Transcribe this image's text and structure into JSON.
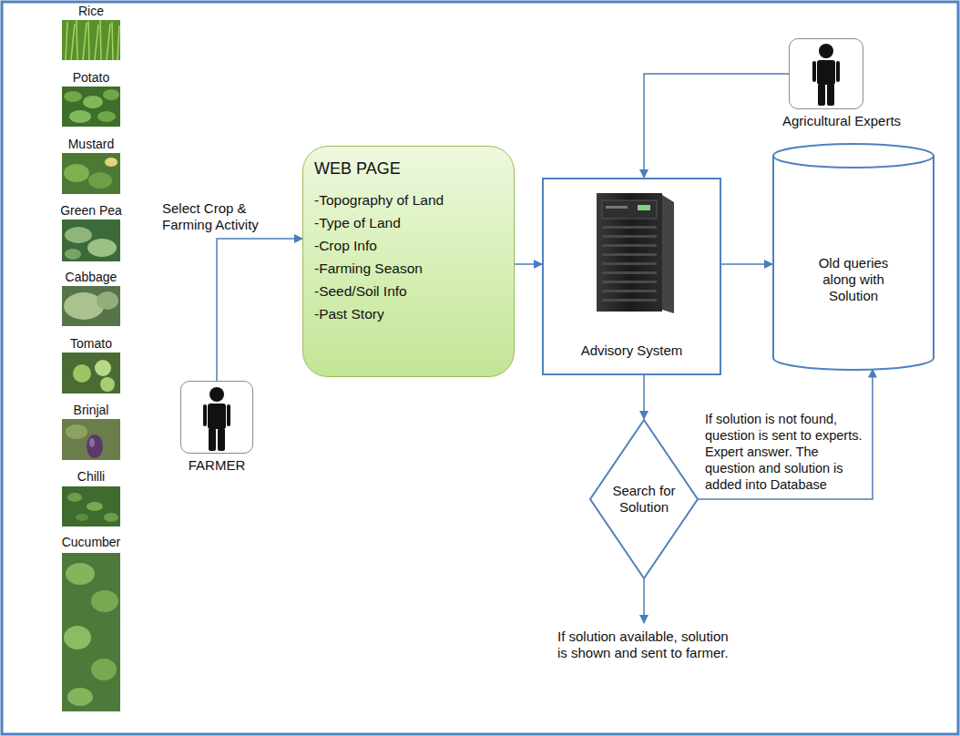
{
  "diagram": {
    "nodes": [
      {
        "text": [
          "FARMER"
        ]
      },
      {
        "text": [
          "WEB PAGE",
          "-Topography of Land",
          "-Type of Land",
          "-Crop Info",
          "-Farming Season",
          "-Seed/Soil Info",
          "-Past Story"
        ]
      },
      {
        "text": [
          "Agricultural Experts"
        ]
      },
      {
        "text": [
          "Advisory System"
        ]
      },
      {
        "text": [
          "Old queries along with Solution"
        ]
      },
      {
        "text": [
          "Search for Solution"
        ]
      }
    ],
    "edges": [
      {
        "from": 0,
        "to": 1,
        "arrow": "to",
        "label": "Select Crop & Farming Activity"
      },
      {
        "from": 1,
        "to": 3,
        "arrow": "to"
      },
      {
        "from": 2,
        "to": 3,
        "arrow": "to"
      },
      {
        "from": 3,
        "to": 4,
        "arrow": "to"
      },
      {
        "from": 3,
        "to": 5,
        "arrow": "to"
      },
      {
        "from": 5,
        "to": 4,
        "arrow": "to",
        "label": "If solution is not found, question is sent to experts. Expert answer. The question and solution is added into Database"
      }
    ],
    "labels": [
      "Rice",
      "Potato",
      "Mustard",
      "Green Pea",
      "Cabbage",
      "Tomato",
      "Brinjal",
      "Chilli",
      "Cucumber",
      "If solution available, solution is shown and sent to farmer."
    ]
  }
}
